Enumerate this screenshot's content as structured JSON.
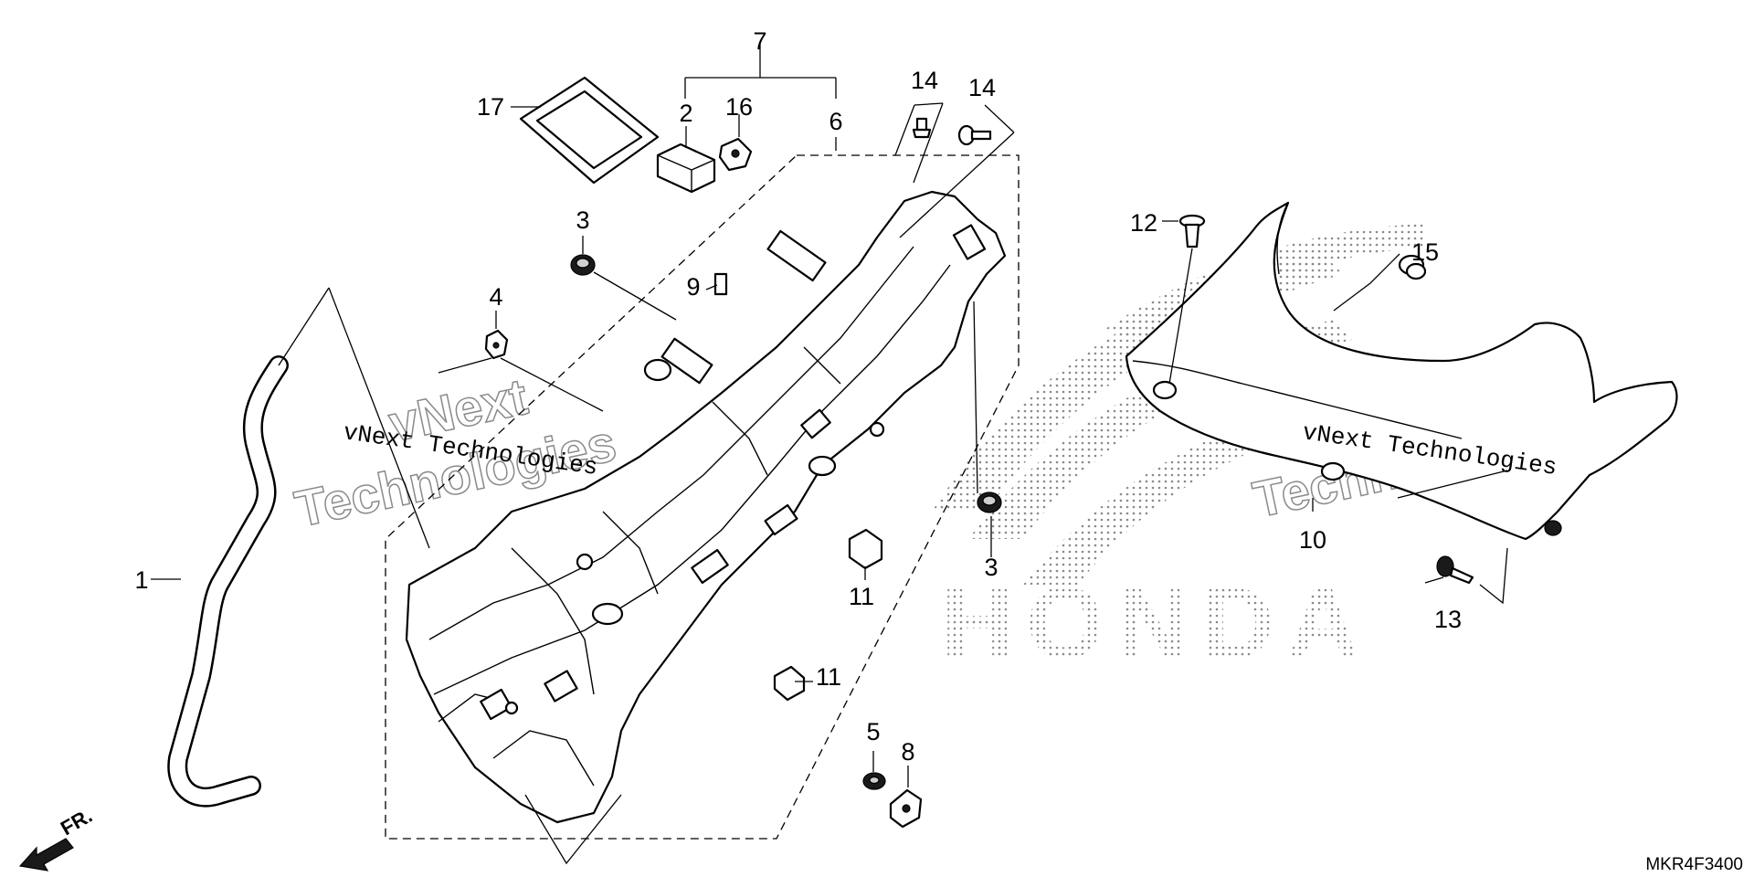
{
  "callouts": {
    "c1": "1",
    "c2": "2",
    "c3a": "3",
    "c3b": "3",
    "c4": "4",
    "c5": "5",
    "c6": "6",
    "c7": "7",
    "c8": "8",
    "c9": "9",
    "c10": "10",
    "c11a": "11",
    "c11b": "11",
    "c12": "12",
    "c13": "13",
    "c14a": "14",
    "c14b": "14",
    "c15": "15",
    "c16": "16",
    "c17": "17"
  },
  "watermark": {
    "brand": "vNext Technologies",
    "big_line1": "vNext",
    "big_line2": "Technologies",
    "logo_text": "HONDA"
  },
  "direction_label": "FR.",
  "diagram_code": "MKR4F3400"
}
